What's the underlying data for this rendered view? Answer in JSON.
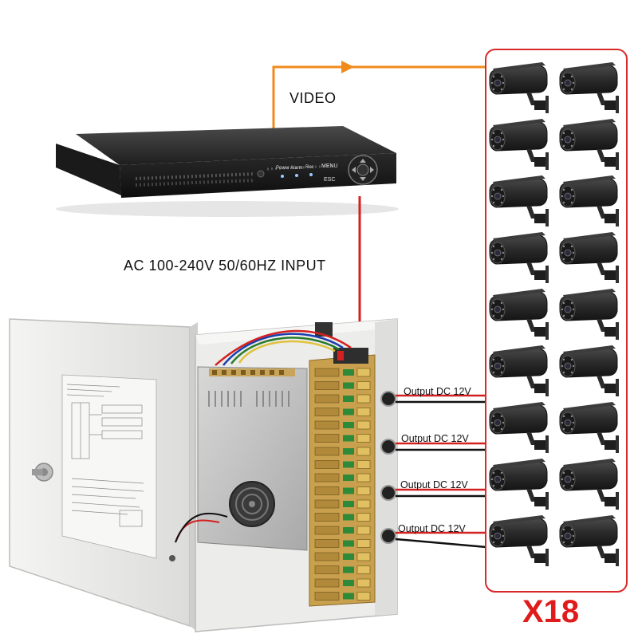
{
  "labels": {
    "video": "VIDEO",
    "ac_input": "AC 100-240V 50/60HZ INPUT",
    "outputs": [
      "Output DC 12V",
      "Output DC 12V",
      "Output DC 12V",
      "Output DC 12V"
    ],
    "camera_count": "X18"
  },
  "dvr": {
    "led_labels": [
      "Power",
      "Alarm",
      "Rec"
    ],
    "menu_label": "MENU",
    "esc_label": "ESC"
  },
  "cameras": {
    "count": 18,
    "columns": 2,
    "rows": 9
  },
  "colors": {
    "signal_line": "#f08a1c",
    "wire_red": "#d42020",
    "wire_black": "#111111",
    "frame_red": "#d92a2a",
    "count_red": "#e01b1b",
    "camera_body": "#2b2b2b",
    "cabinet": "#e9e9e7"
  }
}
